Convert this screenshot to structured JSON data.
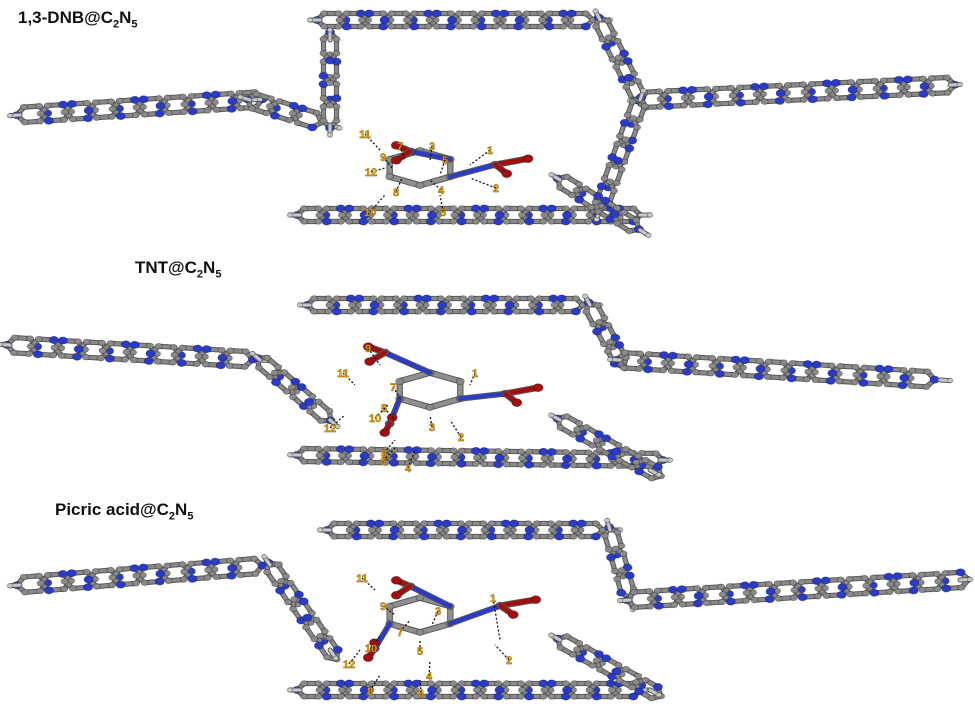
{
  "panels": [
    {
      "title": {
        "prefix": "1,3-DNB@C",
        "sub1": "2",
        "mid": "N",
        "sub2": "5"
      },
      "labels": [
        "1",
        "2",
        "3",
        "4",
        "5",
        "6",
        "7",
        "8",
        "9",
        "10",
        "11",
        "12"
      ]
    },
    {
      "title": {
        "prefix": "TNT@C",
        "sub1": "2",
        "mid": "N",
        "sub2": "5"
      },
      "labels": [
        "1",
        "2",
        "3",
        "4",
        "5",
        "6",
        "7",
        "8",
        "9",
        "10",
        "11",
        "12"
      ]
    },
    {
      "title": {
        "prefix": "Picric acid@C",
        "sub1": "2",
        "mid": "N",
        "sub2": "5"
      },
      "labels": [
        "1",
        "2",
        "3",
        "4",
        "5",
        "6",
        "7",
        "8",
        "9",
        "10",
        "11",
        "12"
      ]
    }
  ],
  "colors": {
    "carbon": "#8a8a8a",
    "nitrogen": "#2b3bc9",
    "hydrogen": "#c8c8c8",
    "oxygen": "#a01010",
    "label": "#f0a800",
    "contact_line": "#111111"
  }
}
